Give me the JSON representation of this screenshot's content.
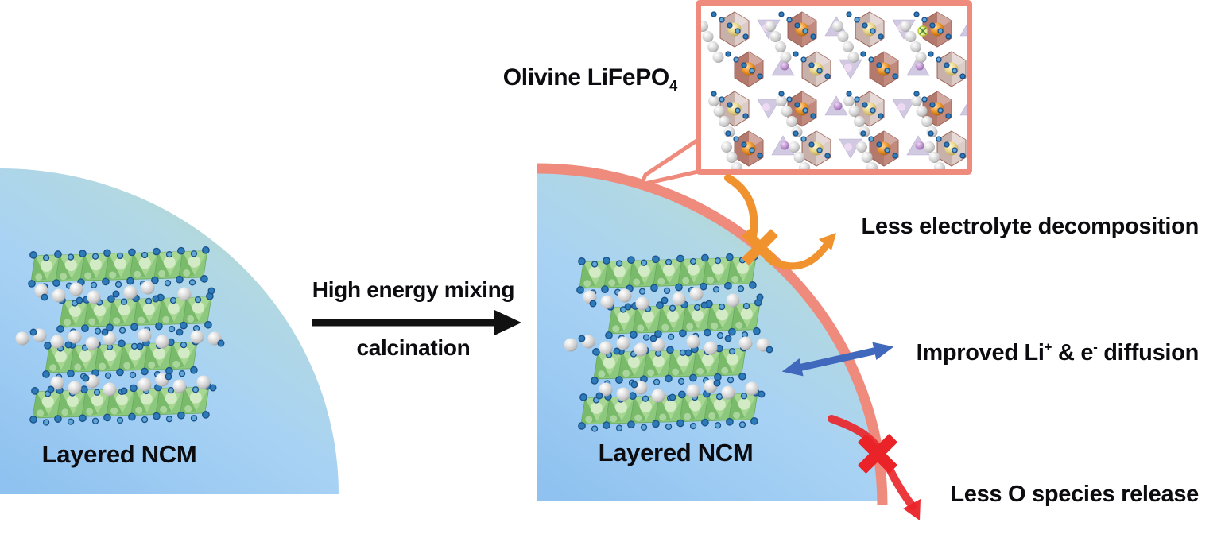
{
  "diagram": {
    "left_particle_label": "Layered NCM",
    "right_particle_label": "Layered NCM",
    "process_arrow": {
      "line1": "High energy mixing",
      "line2": "calcination"
    },
    "inset_label": {
      "formula_main": "Olivine LiFePO",
      "formula_sub": "4"
    },
    "annotations": {
      "electrolyte": "Less electrolyte decomposition",
      "diffusion_parts": {
        "p1": "Improved Li",
        "sup1": "+",
        "p2": " & e",
        "sup2": "-",
        "p3": " diffusion"
      },
      "oxygen": "Less O species release"
    }
  },
  "colors": {
    "particle_blue_deep": "#8fc2f0",
    "particle_blue": "#a8d2f4",
    "particle_teal": "#b2d8e2",
    "particle_green_edge": "#b2d8bd",
    "coating": "#ef8b7d",
    "slab_green": "#8cc87d",
    "slab_green_light": "#aad896",
    "slab_green_dark": "#6aaf5c",
    "slab_edge": "#69a85f",
    "pale_sphere": "#d4ecc6",
    "o_dot": "#2d7bb8",
    "o_dot_dark": "#1b5089",
    "o_dot_light": "#5fa8d8",
    "oct_salmon": "#c08578",
    "oct_light": "#dcccc7",
    "oct_edge": "#9a6055",
    "lavender": "#c6bcdc",
    "lavender_edge": "#a79bc4",
    "arrow_black": "#111111",
    "arrow_orange": "#f0922e",
    "arrow_blue": "#4068bc",
    "arrow_red": "#ea2328",
    "text": "#0c0c10"
  }
}
